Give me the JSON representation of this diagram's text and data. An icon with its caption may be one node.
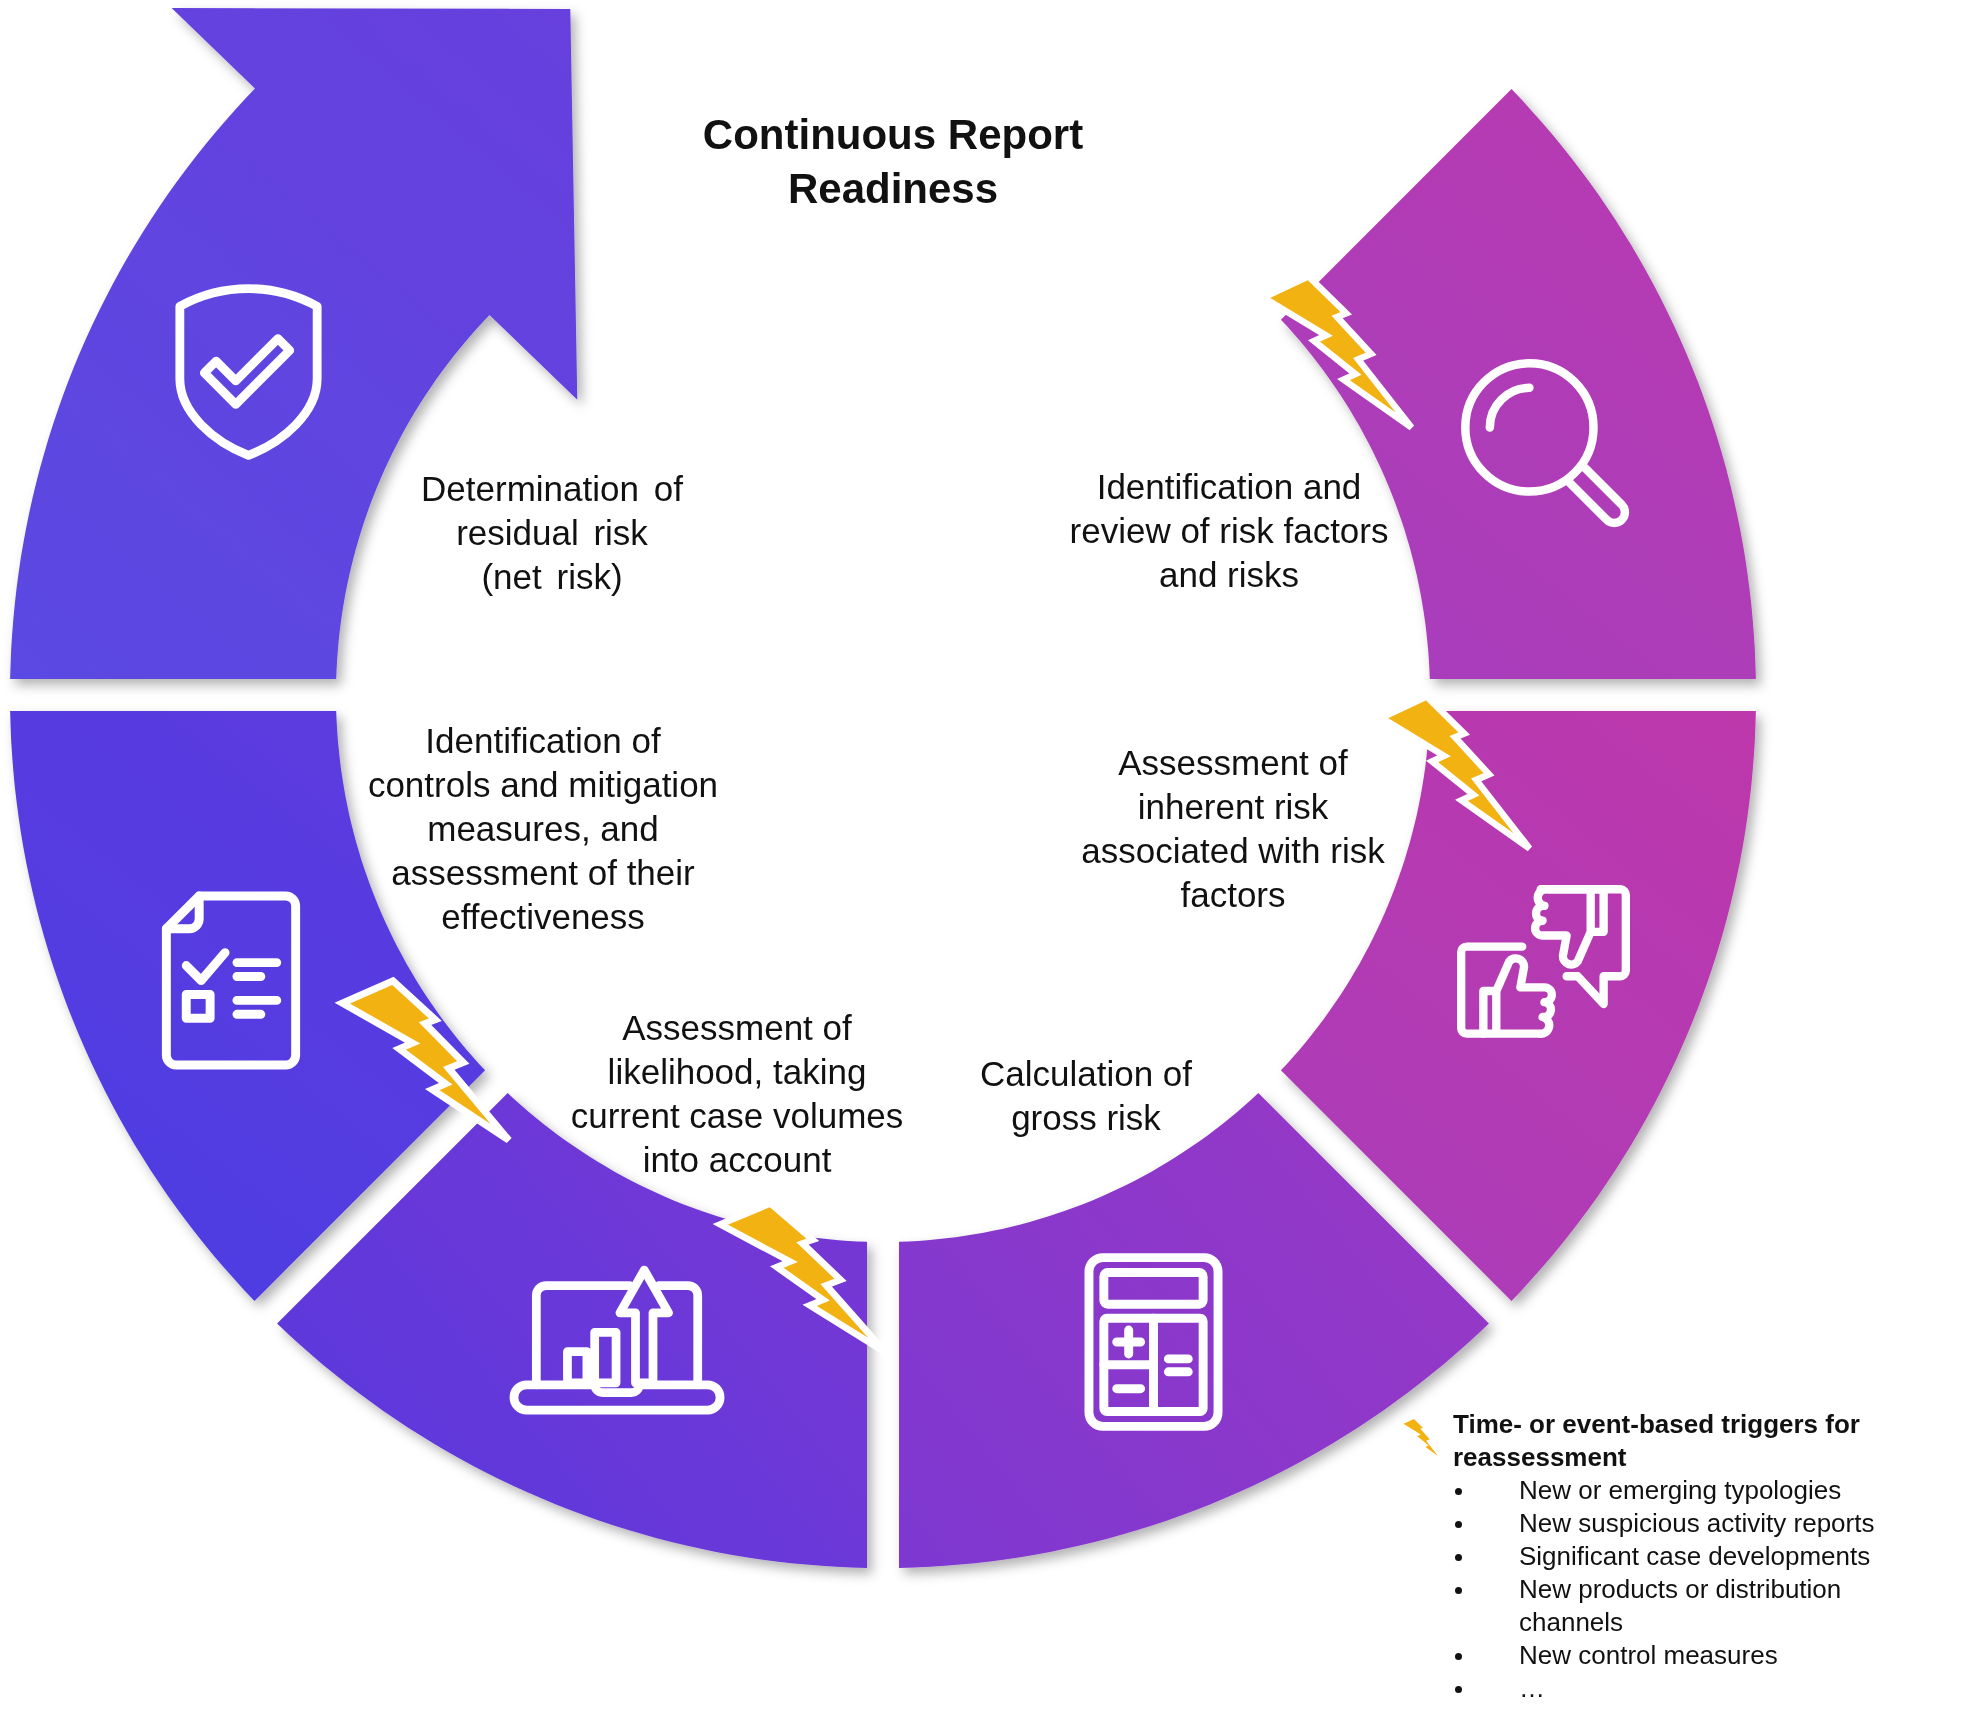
{
  "diagram": {
    "title": "Continuous Report Readiness",
    "nodes": [
      {
        "text": [
          "Identification and review of risk factors and risks"
        ]
      },
      {
        "text": [
          "Assessment of inherent risk associated with risk factors"
        ]
      },
      {
        "text": [
          "Calculation of gross risk"
        ]
      },
      {
        "text": [
          "Assessment of likelihood, taking current case volumes into account"
        ]
      },
      {
        "text": [
          "Identification of controls and mitigation measures, and assessment of their effectiveness"
        ]
      },
      {
        "text": [
          "Determination of residual risk (net risk)"
        ]
      }
    ],
    "labels": [
      "New or emerging typologies",
      "New suspicious activity reports",
      "Significant case developments",
      "New products or distribution channels",
      "New control measures",
      "…"
    ],
    "legend": [
      {
        "text": "Time- or event-based triggers for reassessment"
      }
    ]
  }
}
